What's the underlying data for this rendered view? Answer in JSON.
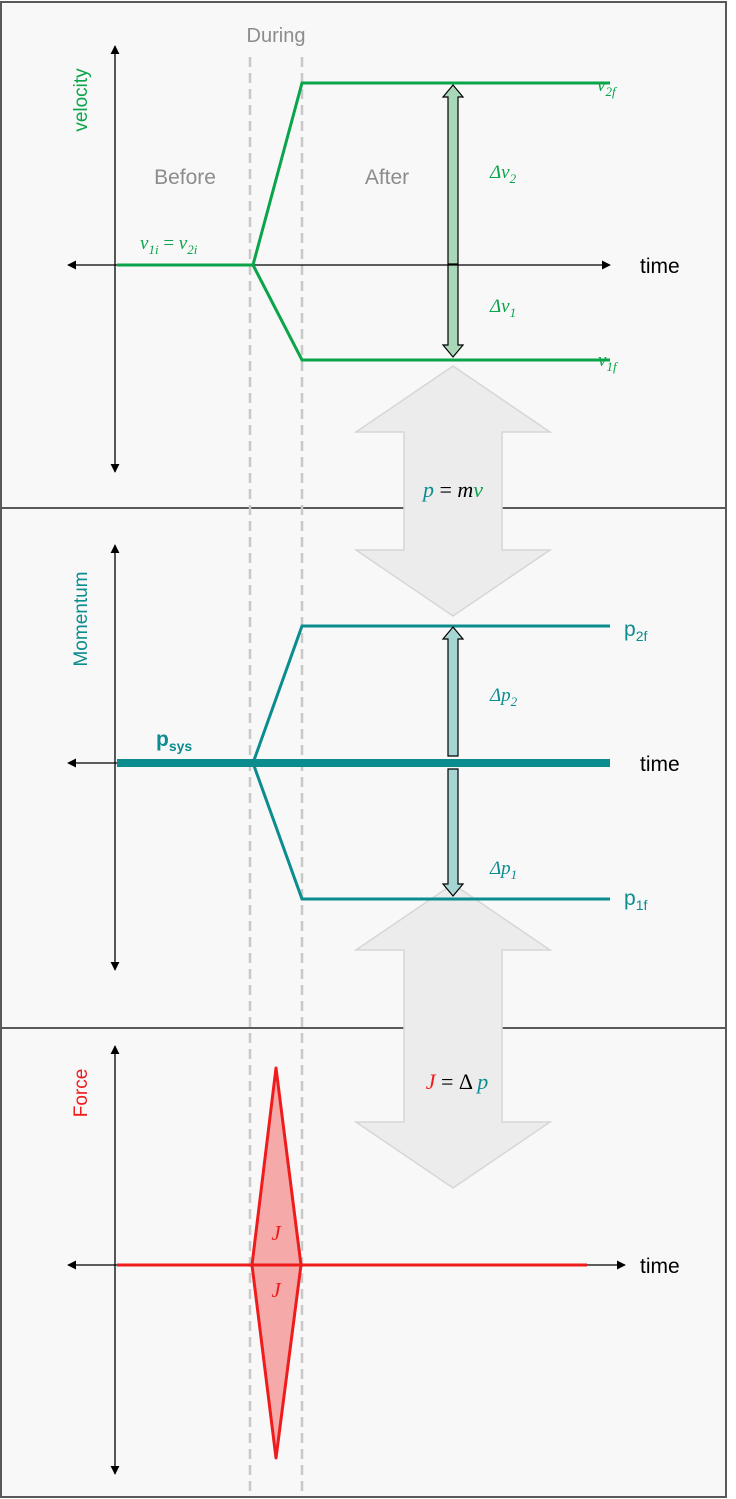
{
  "colors": {
    "velocity": "#0aa54a",
    "momentum": "#0b8c8e",
    "force": "#ee1c1c",
    "force_fill": "#f6a9a9",
    "phase_label": "#8c8c8c",
    "dashed": "#c8c8c8",
    "panel_bg": "#f8f8f8",
    "panel_border": "#595959",
    "big_arrow_fill": "#ececec",
    "big_arrow_stroke": "#d6d6d6",
    "v_bar_fill": "#a9d8b8",
    "p_bar_fill": "#a6d6d4"
  },
  "phases": {
    "during": "During",
    "before": "Before",
    "after": "After"
  },
  "velocity_panel": {
    "axis_label": "velocity",
    "time_label": "time",
    "initial_label_a": "v",
    "initial_sub_a": "1i",
    "initial_eq": " = ",
    "initial_label_b": "v",
    "initial_sub_b": "2i",
    "final2_main": "v",
    "final2_sub": "2f",
    "final1_main": "v",
    "final1_sub": "1f",
    "delta2_main": "Δv",
    "delta2_sub": "2",
    "delta1_main": "Δv",
    "delta1_sub": "1"
  },
  "conversion1": {
    "p": "p",
    "eq": " = ",
    "m": "m",
    "v": "v"
  },
  "momentum_panel": {
    "axis_label": "Momentum",
    "time_label": "time",
    "system_main": "p",
    "system_sub": "sys",
    "final2_main": "p",
    "final2_sub": "2f",
    "final1_main": "p",
    "final1_sub": "1f",
    "delta2_main": "Δp",
    "delta2_sub": "2",
    "delta1_main": "Δp",
    "delta1_sub": "1"
  },
  "conversion2": {
    "J": "J",
    "eq": " = Δ ",
    "p": "p"
  },
  "force_panel": {
    "axis_label": "Force",
    "time_label": "time",
    "impulse_top": "J",
    "impulse_bottom": "J"
  }
}
